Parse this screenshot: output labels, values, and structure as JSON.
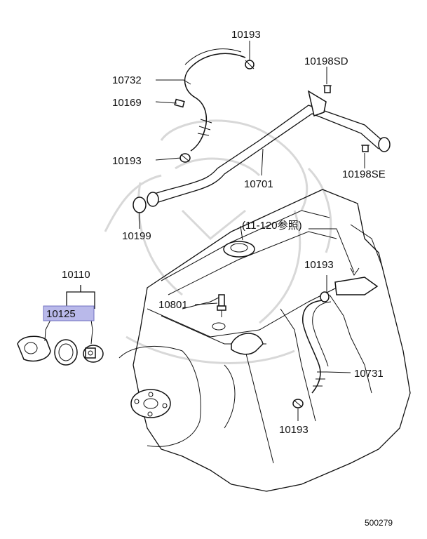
{
  "labels": {
    "p10193_top": "10193",
    "p10732": "10732",
    "p10169": "10169",
    "p10198sd": "10198SD",
    "p10193_left": "10193",
    "p10701": "10701",
    "p10198se": "10198SE",
    "p10199": "10199",
    "ref_note": "(11-120参照)",
    "p10193_mid": "10193",
    "p10110": "10110",
    "p10125": "10125",
    "p10801": "10801",
    "p10731": "10731",
    "p10193_bottom": "10193",
    "diagram_id": "500279"
  },
  "highlight": {
    "part": "10125",
    "color": "#b9b9ea"
  }
}
